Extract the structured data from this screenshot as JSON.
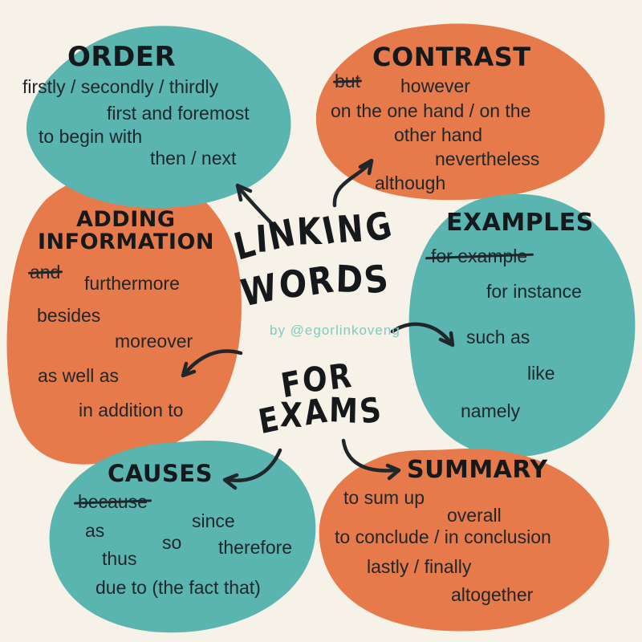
{
  "palette": {
    "background": "#f7f2e7",
    "teal_blob": "#5ab5b1",
    "orange_blob": "#e77a4b",
    "ink": "#20272b",
    "credit_teal": "#7fcbc4"
  },
  "center": {
    "title_line1": "LINKING",
    "title_line2": "WORDS",
    "credit": "by @egorlinkoveng",
    "title_line3": "FOR",
    "title_line4": "EXAMS"
  },
  "order": {
    "title": "ORDER",
    "lines": [
      "firstly / secondly / thirdly",
      "first and foremost",
      "to begin with",
      "then / next"
    ]
  },
  "contrast": {
    "title": "CONTRAST",
    "struck_word": "but",
    "lines": [
      "however",
      "on the one hand / on the",
      "other hand",
      "nevertheless",
      "although"
    ]
  },
  "adding": {
    "title_line1": "ADDING",
    "title_line2": "INFORMATION",
    "struck_word": "and",
    "lines": [
      "furthermore",
      "besides",
      "moreover",
      "as well as",
      "in addition to"
    ]
  },
  "examples": {
    "title": "EXAMPLES",
    "struck_word": "for example",
    "lines": [
      "for instance",
      "such as",
      "like",
      "namely"
    ]
  },
  "causes": {
    "title": "CAUSES",
    "struck_word": "because",
    "lines": [
      "as",
      "since",
      "so",
      "therefore",
      "thus",
      "due to (the fact that)"
    ]
  },
  "summary": {
    "title": "SUMMARY",
    "lines": [
      "to sum up",
      "overall",
      "to conclude / in conclusion",
      "lastly / finally",
      "altogether"
    ]
  }
}
